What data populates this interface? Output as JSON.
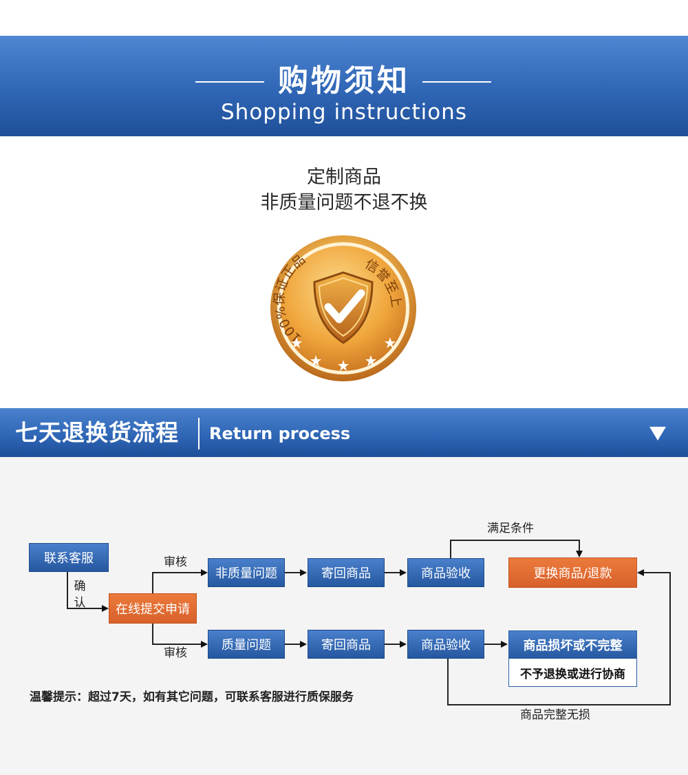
{
  "header": {
    "title": "购物须知",
    "subtitle": "Shopping instructions"
  },
  "notice": {
    "line1": "定制商品",
    "line2": "非质量问题不退不换"
  },
  "badge": {
    "arc_left": "100%保证正品",
    "arc_right": "信誉至上",
    "color_gold": "#e8a53a",
    "color_brown": "#9b5512"
  },
  "process_header": {
    "title": "七天退换货流程",
    "subtitle": "Return process"
  },
  "flow": {
    "contact": "联系客服",
    "confirm": [
      "确",
      "认"
    ],
    "submit": "在线提交申请",
    "review_top": "审核",
    "review_bottom": "审核",
    "non_quality": "非质量问题",
    "send_back_top": "寄回商品",
    "inspect_top": "商品验收",
    "condition": "满足条件",
    "exchange": "更换商品/退款",
    "quality": "质量问题",
    "send_back_bottom": "寄回商品",
    "inspect_bottom": "商品验收",
    "damaged": "商品损坏或不完整",
    "no_return": "不予退换或进行协商",
    "intact": "商品完整无损",
    "tip": "温馨提示：超过7天，如有其它问题，可联系客服进行质保服务"
  },
  "colors": {
    "blue": "#2d64b3",
    "orange": "#d8612a",
    "panel": "#f4f4f4"
  }
}
